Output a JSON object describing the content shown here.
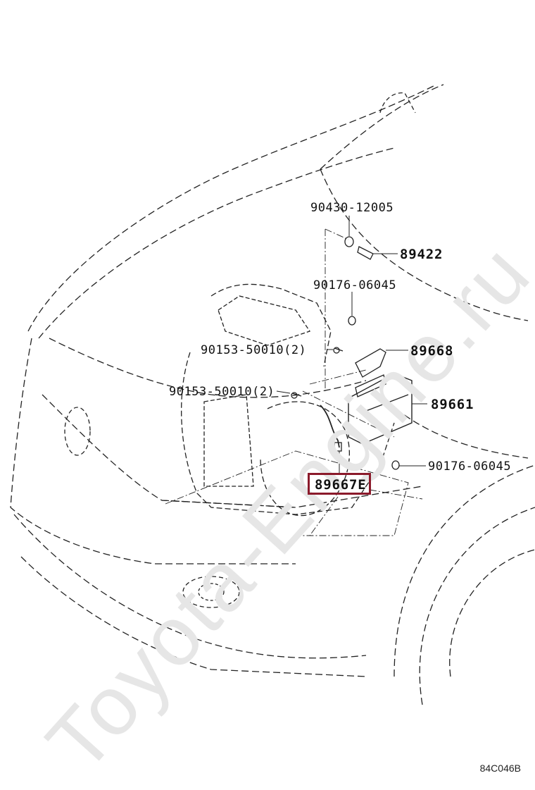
{
  "diagram": {
    "parts": {
      "p90430": "90430-12005",
      "p89422": "89422",
      "p90176a": "90176-06045",
      "p90153a": "90153-50010(2)",
      "p89668": "89668",
      "p90153b": "90153-50010(2)",
      "p89661": "89661",
      "p90176b": "90176-06045",
      "p89667": "89667E"
    },
    "highlight_color": "#8b1a2b",
    "drawing_code": "84C046B"
  },
  "watermark": "Toyota-Engine.ru"
}
